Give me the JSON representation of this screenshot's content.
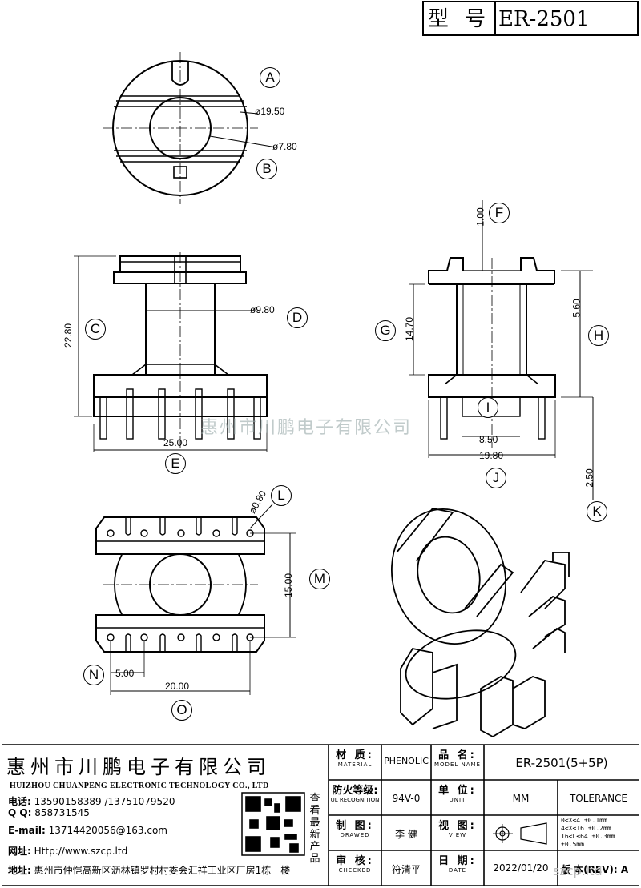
{
  "header": {
    "type_label": "型 号",
    "model": "ER-2501"
  },
  "view_labels": [
    "A",
    "B",
    "C",
    "D",
    "E",
    "F",
    "G",
    "H",
    "I",
    "J",
    "K",
    "L",
    "M",
    "N",
    "O"
  ],
  "dimensions": {
    "d_outer": "ø19.50",
    "d_inner": "ø7.80",
    "d_core": "ø9.80",
    "height_total": "22.80",
    "width_bottom": "25.00",
    "top_thick": "1.00",
    "height_g": "14.70",
    "height_h": "5.60",
    "core_width": "8.50",
    "width_j": "19.80",
    "pin_len": "2.50",
    "pin_dia": "ø0.80",
    "row_space": "15.00",
    "pin_pitch": "5.00",
    "row_len": "20.00"
  },
  "watermark": "惠州市川鹏电子有限公司",
  "company": {
    "name_cn": "惠州市川鹏电子有限公司",
    "name_en": "HUIZHOU CHUANPENG ELECTRONIC TECHNOLOGY CO., LTD",
    "tel_label": "电话:",
    "tel": "13590158389 /13751079520",
    "qq_label": "Q Q:",
    "qq": "858731545",
    "email_label": "E-mail:",
    "email": "13714420056@163.com",
    "web_label": "网址:",
    "web": "Http://www.szcp.ltd",
    "addr_label": "地址:",
    "addr": "惠州市仲恺高新区沥林镇罗村村委会汇祥工业区厂房1栋一楼",
    "qr_caption": "查看最新产品"
  },
  "title_block": {
    "material_cn": "材 质:",
    "material_en": "MATERIAL",
    "material_val": "PHENOLIC",
    "name_cn": "品 名:",
    "name_en": "MODEL NAME",
    "name_val": "ER-2501(5+5P)",
    "fire_cn": "防火等级:",
    "fire_en": "UL RECOGNITION",
    "fire_val": "94V-0",
    "unit_cn": "单 位:",
    "unit_en": "UNIT",
    "unit_val": "MM",
    "tolerance": "TOLERANCE",
    "drawn_cn": "制 图:",
    "drawn_en": "DRAWED",
    "drawn_val": "李 健",
    "view_cn": "视 图:",
    "view_en": "VIEW",
    "tol_lines": [
      "0<X≤4   ±0.1mm",
      "4<X≤16  ±0.2mm",
      "16<L≤64 ±0.3mm",
      "         ±0.5mm"
    ],
    "check_cn": "审 核:",
    "check_en": "CHECKED",
    "check_val": "符清平",
    "date_cn": "日 期:",
    "date_en": "DATE",
    "date_val": "2022/01/20",
    "rev_label": "版 本(REV):",
    "rev_val": "A"
  },
  "watermark2": "szcp.ltd"
}
